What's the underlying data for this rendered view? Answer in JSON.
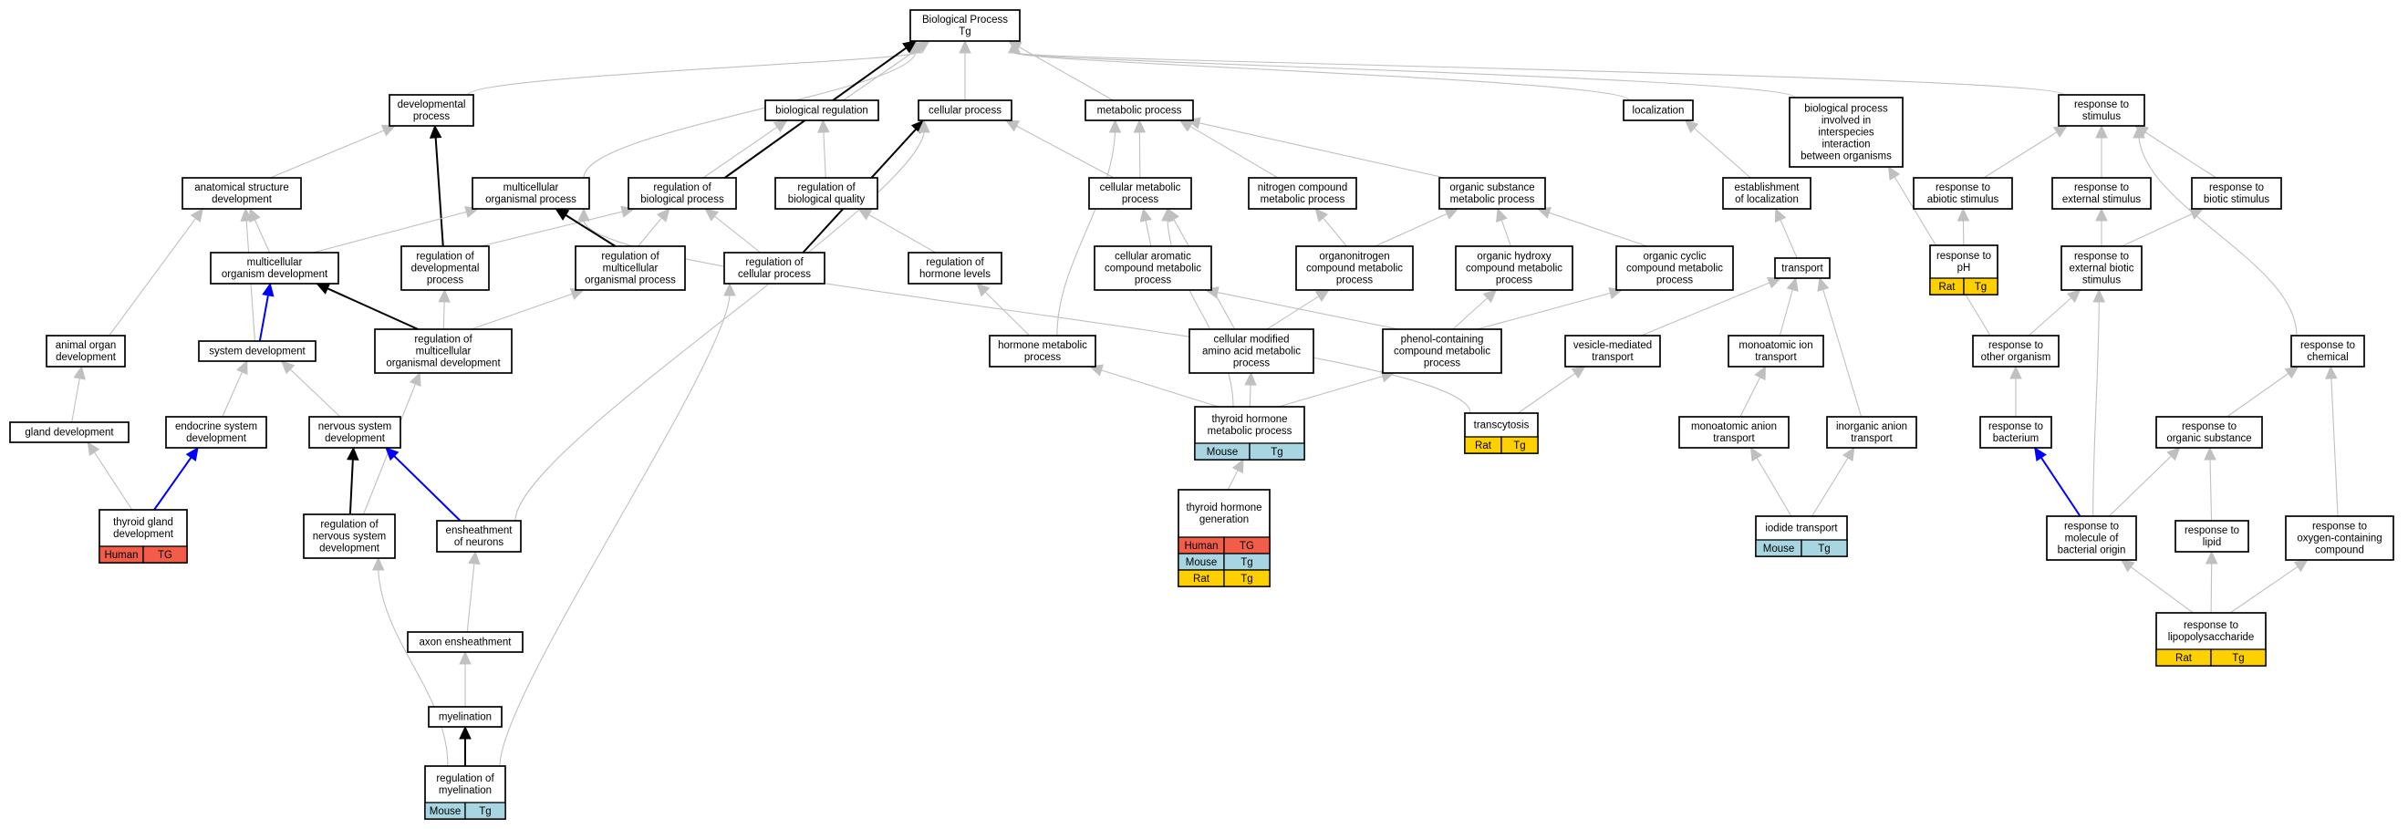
{
  "colors": {
    "edge_gray": "#c0c0c0",
    "edge_black": "#000000",
    "edge_blue": "#0000ff",
    "human": "#f15d48",
    "mouse": "#a8d5e2",
    "rat": "#ffd000"
  },
  "nodes": [
    {
      "id": "bp",
      "lines": [
        "Biological Process",
        "Tg"
      ]
    },
    {
      "id": "devproc",
      "lines": [
        "developmental",
        "process"
      ]
    },
    {
      "id": "bioreg",
      "lines": [
        "biological regulation"
      ]
    },
    {
      "id": "cellproc",
      "lines": [
        "cellular process"
      ]
    },
    {
      "id": "metproc",
      "lines": [
        "metabolic process"
      ]
    },
    {
      "id": "loc",
      "lines": [
        "localization"
      ]
    },
    {
      "id": "interspecies",
      "lines": [
        "biological process",
        "involved in",
        "interspecies",
        "interaction",
        "between organisms"
      ]
    },
    {
      "id": "respstim",
      "lines": [
        "response to",
        "stimulus"
      ]
    },
    {
      "id": "anatdev",
      "lines": [
        "anatomical structure",
        "development"
      ]
    },
    {
      "id": "multiproc",
      "lines": [
        "multicellular",
        "organismal process"
      ]
    },
    {
      "id": "regbio",
      "lines": [
        "regulation of",
        "biological process"
      ]
    },
    {
      "id": "regqual",
      "lines": [
        "regulation of",
        "biological quality"
      ]
    },
    {
      "id": "cellmet",
      "lines": [
        "cellular metabolic",
        "process"
      ]
    },
    {
      "id": "nitromet",
      "lines": [
        "nitrogen compound",
        "metabolic process"
      ]
    },
    {
      "id": "orgsubmet",
      "lines": [
        "organic substance",
        "metabolic process"
      ]
    },
    {
      "id": "estloc",
      "lines": [
        "establishment",
        "of localization"
      ]
    },
    {
      "id": "respabiotic",
      "lines": [
        "response to",
        "abiotic stimulus"
      ]
    },
    {
      "id": "respext",
      "lines": [
        "response to",
        "external stimulus"
      ]
    },
    {
      "id": "respbiotic",
      "lines": [
        "response to",
        "biotic stimulus"
      ]
    },
    {
      "id": "multidev",
      "lines": [
        "multicellular",
        "organism development"
      ]
    },
    {
      "id": "regdev",
      "lines": [
        "regulation of",
        "developmental",
        "process"
      ]
    },
    {
      "id": "regmultiproc",
      "lines": [
        "regulation of",
        "multicellular",
        "organismal process"
      ]
    },
    {
      "id": "regcell",
      "lines": [
        "regulation of",
        "cellular process"
      ]
    },
    {
      "id": "reghorm",
      "lines": [
        "regulation of",
        "hormone levels"
      ]
    },
    {
      "id": "cellarom",
      "lines": [
        "cellular aromatic",
        "compound metabolic",
        "process"
      ]
    },
    {
      "id": "organonitro",
      "lines": [
        "organonitrogen",
        "compound metabolic",
        "process"
      ]
    },
    {
      "id": "orghydroxy",
      "lines": [
        "organic hydroxy",
        "compound metabolic",
        "process"
      ]
    },
    {
      "id": "orgcyclic",
      "lines": [
        "organic cyclic",
        "compound metabolic",
        "process"
      ]
    },
    {
      "id": "transport",
      "lines": [
        "transport"
      ]
    },
    {
      "id": "resppH",
      "lines": [
        "response to",
        "pH"
      ],
      "cells": [
        {
          "sp": "rat",
          "label": "Rat"
        },
        {
          "sp": "rat",
          "label": "Tg"
        }
      ]
    },
    {
      "id": "respextbio",
      "lines": [
        "response to",
        "external biotic",
        "stimulus"
      ]
    },
    {
      "id": "animalorgan",
      "lines": [
        "animal organ",
        "development"
      ]
    },
    {
      "id": "sysdev",
      "lines": [
        "system development"
      ]
    },
    {
      "id": "regmultidev",
      "lines": [
        "regulation of",
        "multicellular",
        "organismal development"
      ]
    },
    {
      "id": "hormmet",
      "lines": [
        "hormone metabolic",
        "process"
      ]
    },
    {
      "id": "cellmodaa",
      "lines": [
        "cellular modified",
        "amino acid metabolic",
        "process"
      ]
    },
    {
      "id": "phenol",
      "lines": [
        "phenol-containing",
        "compound metabolic",
        "process"
      ]
    },
    {
      "id": "vesicle",
      "lines": [
        "vesicle-mediated",
        "transport"
      ]
    },
    {
      "id": "monoion",
      "lines": [
        "monoatomic ion",
        "transport"
      ]
    },
    {
      "id": "respother",
      "lines": [
        "response to",
        "other organism"
      ]
    },
    {
      "id": "respchem",
      "lines": [
        "response to",
        "chemical"
      ]
    },
    {
      "id": "glanddev",
      "lines": [
        "gland development"
      ]
    },
    {
      "id": "endosys",
      "lines": [
        "endocrine system",
        "development"
      ]
    },
    {
      "id": "nervsys",
      "lines": [
        "nervous system",
        "development"
      ]
    },
    {
      "id": "thyhormmet",
      "lines": [
        "thyroid hormone",
        "metabolic process"
      ],
      "cells": [
        {
          "sp": "mouse",
          "label": "Mouse"
        },
        {
          "sp": "mouse",
          "label": "Tg"
        }
      ]
    },
    {
      "id": "transcyt",
      "lines": [
        "transcytosis"
      ],
      "cells": [
        {
          "sp": "rat",
          "label": "Rat"
        },
        {
          "sp": "rat",
          "label": "Tg"
        }
      ]
    },
    {
      "id": "monoanion",
      "lines": [
        "monoatomic anion",
        "transport"
      ]
    },
    {
      "id": "inoranion",
      "lines": [
        "inorganic anion",
        "transport"
      ]
    },
    {
      "id": "respbact",
      "lines": [
        "response to",
        "bacterium"
      ]
    },
    {
      "id": "resporgsub",
      "lines": [
        "response to",
        "organic substance"
      ]
    },
    {
      "id": "thyroidgland",
      "lines": [
        "thyroid gland",
        "development"
      ],
      "cells": [
        {
          "sp": "human",
          "label": "Human"
        },
        {
          "sp": "human",
          "label": "TG"
        }
      ]
    },
    {
      "id": "regnerv",
      "lines": [
        "regulation of",
        "nervous system",
        "development"
      ]
    },
    {
      "id": "enshneur",
      "lines": [
        "ensheathment",
        "of neurons"
      ]
    },
    {
      "id": "thyhormgen",
      "lines": [
        "thyroid hormone",
        "generation"
      ],
      "cells": [
        {
          "sp": "human",
          "label": "Human"
        },
        {
          "sp": "human",
          "label": "TG"
        },
        {
          "sp": "mouse",
          "label": "Mouse"
        },
        {
          "sp": "mouse",
          "label": "Tg"
        },
        {
          "sp": "rat",
          "label": "Rat"
        },
        {
          "sp": "rat",
          "label": "Tg"
        }
      ]
    },
    {
      "id": "iodide",
      "lines": [
        "iodide transport"
      ],
      "cells": [
        {
          "sp": "mouse",
          "label": "Mouse"
        },
        {
          "sp": "mouse",
          "label": "Tg"
        }
      ]
    },
    {
      "id": "respmolbact",
      "lines": [
        "response to",
        "molecule of",
        "bacterial origin"
      ]
    },
    {
      "id": "resplipid",
      "lines": [
        "response to",
        "lipid"
      ]
    },
    {
      "id": "respoxy",
      "lines": [
        "response to",
        "oxygen-containing",
        "compound"
      ]
    },
    {
      "id": "axonensh",
      "lines": [
        "axon ensheathment"
      ]
    },
    {
      "id": "resplps",
      "lines": [
        "response to",
        "lipopolysaccharide"
      ],
      "cells": [
        {
          "sp": "rat",
          "label": "Rat"
        },
        {
          "sp": "rat",
          "label": "Tg"
        }
      ]
    },
    {
      "id": "myelination",
      "lines": [
        "myelination"
      ]
    },
    {
      "id": "regmyel",
      "lines": [
        "regulation of",
        "myelination"
      ],
      "cells": [
        {
          "sp": "mouse",
          "label": "Mouse"
        },
        {
          "sp": "mouse",
          "label": "Tg"
        }
      ]
    }
  ],
  "edges": [
    {
      "from": "devproc",
      "to": "bp",
      "type": "gray"
    },
    {
      "from": "bioreg",
      "to": "bp",
      "type": "gray"
    },
    {
      "from": "cellproc",
      "to": "bp",
      "type": "gray"
    },
    {
      "from": "metproc",
      "to": "bp",
      "type": "gray"
    },
    {
      "from": "loc",
      "to": "bp",
      "type": "gray"
    },
    {
      "from": "interspecies",
      "to": "bp",
      "type": "gray"
    },
    {
      "from": "respstim",
      "to": "bp",
      "type": "gray"
    },
    {
      "from": "multiproc",
      "to": "bp",
      "type": "gray"
    },
    {
      "from": "regbio",
      "to": "bp",
      "type": "black"
    },
    {
      "from": "anatdev",
      "to": "devproc",
      "type": "gray"
    },
    {
      "from": "regdev",
      "to": "devproc",
      "type": "black"
    },
    {
      "from": "regbio",
      "to": "bioreg",
      "type": "gray"
    },
    {
      "from": "regqual",
      "to": "bioreg",
      "type": "gray"
    },
    {
      "from": "regcell",
      "to": "cellproc",
      "type": "black"
    },
    {
      "from": "cellmet",
      "to": "cellproc",
      "type": "gray"
    },
    {
      "from": "enshneur",
      "to": "cellproc",
      "type": "gray"
    },
    {
      "from": "cellmet",
      "to": "metproc",
      "type": "gray"
    },
    {
      "from": "nitromet",
      "to": "metproc",
      "type": "gray"
    },
    {
      "from": "orgsubmet",
      "to": "metproc",
      "type": "gray"
    },
    {
      "from": "hormmet",
      "to": "metproc",
      "type": "gray"
    },
    {
      "from": "estloc",
      "to": "loc",
      "type": "gray"
    },
    {
      "from": "respabiotic",
      "to": "respstim",
      "type": "gray"
    },
    {
      "from": "respext",
      "to": "respstim",
      "type": "gray"
    },
    {
      "from": "respbiotic",
      "to": "respstim",
      "type": "gray"
    },
    {
      "from": "respchem",
      "to": "respstim",
      "type": "gray"
    },
    {
      "from": "multidev",
      "to": "anatdev",
      "type": "gray"
    },
    {
      "from": "sysdev",
      "to": "anatdev",
      "type": "gray"
    },
    {
      "from": "animalorgan",
      "to": "anatdev",
      "type": "gray"
    },
    {
      "from": "multidev",
      "to": "multiproc",
      "type": "gray"
    },
    {
      "from": "transcyt",
      "to": "multiproc",
      "type": "gray"
    },
    {
      "from": "regdev",
      "to": "regbio",
      "type": "gray"
    },
    {
      "from": "regmultiproc",
      "to": "regbio",
      "type": "gray"
    },
    {
      "from": "regcell",
      "to": "regbio",
      "type": "gray"
    },
    {
      "from": "regmultiproc",
      "to": "multiproc",
      "type": "black"
    },
    {
      "from": "reghorm",
      "to": "regqual",
      "type": "gray"
    },
    {
      "from": "cellarom",
      "to": "cellmet",
      "type": "gray"
    },
    {
      "from": "organonitro",
      "to": "nitromet",
      "type": "gray"
    },
    {
      "from": "organonitro",
      "to": "orgsubmet",
      "type": "gray"
    },
    {
      "from": "orghydroxy",
      "to": "orgsubmet",
      "type": "gray"
    },
    {
      "from": "orgcyclic",
      "to": "orgsubmet",
      "type": "gray"
    },
    {
      "from": "cellmodaa",
      "to": "cellmet",
      "type": "gray"
    },
    {
      "from": "transport",
      "to": "estloc",
      "type": "gray"
    },
    {
      "from": "resppH",
      "to": "respabiotic",
      "type": "gray"
    },
    {
      "from": "respextbio",
      "to": "respext",
      "type": "gray"
    },
    {
      "from": "respextbio",
      "to": "respbiotic",
      "type": "gray"
    },
    {
      "from": "regmultidev",
      "to": "multidev",
      "type": "black"
    },
    {
      "from": "regmultidev",
      "to": "regdev",
      "type": "gray"
    },
    {
      "from": "regmultidev",
      "to": "regmultiproc",
      "type": "gray"
    },
    {
      "from": "sysdev",
      "to": "multidev",
      "type": "blue"
    },
    {
      "from": "glanddev",
      "to": "animalorgan",
      "type": "gray"
    },
    {
      "from": "endosys",
      "to": "sysdev",
      "type": "gray"
    },
    {
      "from": "nervsys",
      "to": "sysdev",
      "type": "gray"
    },
    {
      "from": "hormmet",
      "to": "reghorm",
      "type": "gray"
    },
    {
      "from": "cellmodaa",
      "to": "organonitro",
      "type": "gray"
    },
    {
      "from": "phenol",
      "to": "cellarom",
      "type": "gray"
    },
    {
      "from": "phenol",
      "to": "orghydroxy",
      "type": "gray"
    },
    {
      "from": "phenol",
      "to": "orgcyclic",
      "type": "gray"
    },
    {
      "from": "vesicle",
      "to": "transport",
      "type": "gray"
    },
    {
      "from": "monoion",
      "to": "transport",
      "type": "gray"
    },
    {
      "from": "inoranion",
      "to": "transport",
      "type": "gray"
    },
    {
      "from": "respother",
      "to": "respextbio",
      "type": "gray"
    },
    {
      "from": "respother",
      "to": "interspecies",
      "type": "gray"
    },
    {
      "from": "thyhormmet",
      "to": "hormmet",
      "type": "gray"
    },
    {
      "from": "thyhormmet",
      "to": "cellmodaa",
      "type": "gray"
    },
    {
      "from": "thyhormmet",
      "to": "phenol",
      "type": "gray"
    },
    {
      "from": "thyhormmet",
      "to": "cellmet",
      "type": "gray"
    },
    {
      "from": "transcyt",
      "to": "vesicle",
      "type": "gray"
    },
    {
      "from": "monoanion",
      "to": "monoion",
      "type": "gray"
    },
    {
      "from": "respbact",
      "to": "respother",
      "type": "gray"
    },
    {
      "from": "resporgsub",
      "to": "respchem",
      "type": "gray"
    },
    {
      "from": "thyroidgland",
      "to": "glanddev",
      "type": "gray"
    },
    {
      "from": "thyroidgland",
      "to": "endosys",
      "type": "blue"
    },
    {
      "from": "regnerv",
      "to": "nervsys",
      "type": "black"
    },
    {
      "from": "regnerv",
      "to": "regmultidev",
      "type": "gray"
    },
    {
      "from": "enshneur",
      "to": "nervsys",
      "type": "blue"
    },
    {
      "from": "thyhormgen",
      "to": "thyhormmet",
      "type": "gray"
    },
    {
      "from": "iodide",
      "to": "monoanion",
      "type": "gray"
    },
    {
      "from": "iodide",
      "to": "inoranion",
      "type": "gray"
    },
    {
      "from": "respmolbact",
      "to": "respbact",
      "type": "blue"
    },
    {
      "from": "respmolbact",
      "to": "resporgsub",
      "type": "gray"
    },
    {
      "from": "respmolbact",
      "to": "respextbio",
      "type": "gray"
    },
    {
      "from": "resplipid",
      "to": "resporgsub",
      "type": "gray"
    },
    {
      "from": "respoxy",
      "to": "respchem",
      "type": "gray"
    },
    {
      "from": "axonensh",
      "to": "enshneur",
      "type": "gray"
    },
    {
      "from": "resplps",
      "to": "respmolbact",
      "type": "gray"
    },
    {
      "from": "resplps",
      "to": "resplipid",
      "type": "gray"
    },
    {
      "from": "resplps",
      "to": "respoxy",
      "type": "gray"
    },
    {
      "from": "myelination",
      "to": "axonensh",
      "type": "gray"
    },
    {
      "from": "regmyel",
      "to": "myelination",
      "type": "black"
    },
    {
      "from": "regmyel",
      "to": "regnerv",
      "type": "gray"
    },
    {
      "from": "regmyel",
      "to": "regcell",
      "type": "gray"
    }
  ]
}
